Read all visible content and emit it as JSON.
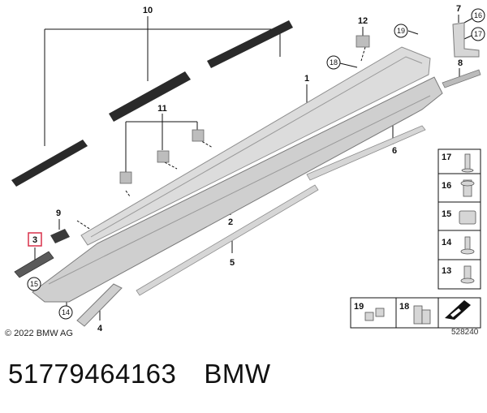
{
  "diagram": {
    "callouts": [
      "1",
      "2",
      "3",
      "4",
      "5",
      "6",
      "7",
      "8",
      "9",
      "10",
      "11",
      "12"
    ],
    "circled_callouts": [
      "14",
      "15",
      "16",
      "17",
      "18",
      "19"
    ],
    "legend_numbers": [
      "17",
      "16",
      "15",
      "14",
      "13"
    ],
    "legend_bottom_numbers": [
      "19",
      "18"
    ],
    "highlighted_callout": "3",
    "copyright": "© 2022 BMW AG",
    "diagram_id": "528240"
  },
  "part": {
    "number": "51779464163",
    "brand": "BMW"
  },
  "colors": {
    "highlight": "#d9304a",
    "part_fill": "#d9d9d9",
    "part_stroke": "#8c8c8c",
    "dark_part": "#2a2a2a"
  }
}
